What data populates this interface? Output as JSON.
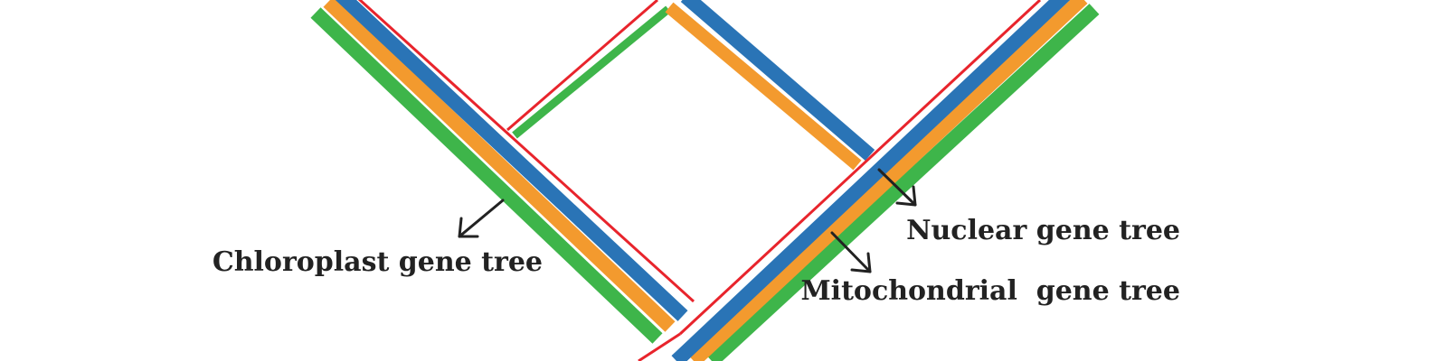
{
  "diagram": {
    "labels": {
      "nuclear": "Nuclear gene tree",
      "mitochondrial": "Mitochondrial  gene tree",
      "chloroplast": "Chloroplast gene tree"
    },
    "colors": {
      "red": "#e8242c",
      "blue": "#2a74b6",
      "orange": "#f39a2e",
      "green": "#3eb54a",
      "arrow": "#222222",
      "text": "#222222"
    }
  }
}
